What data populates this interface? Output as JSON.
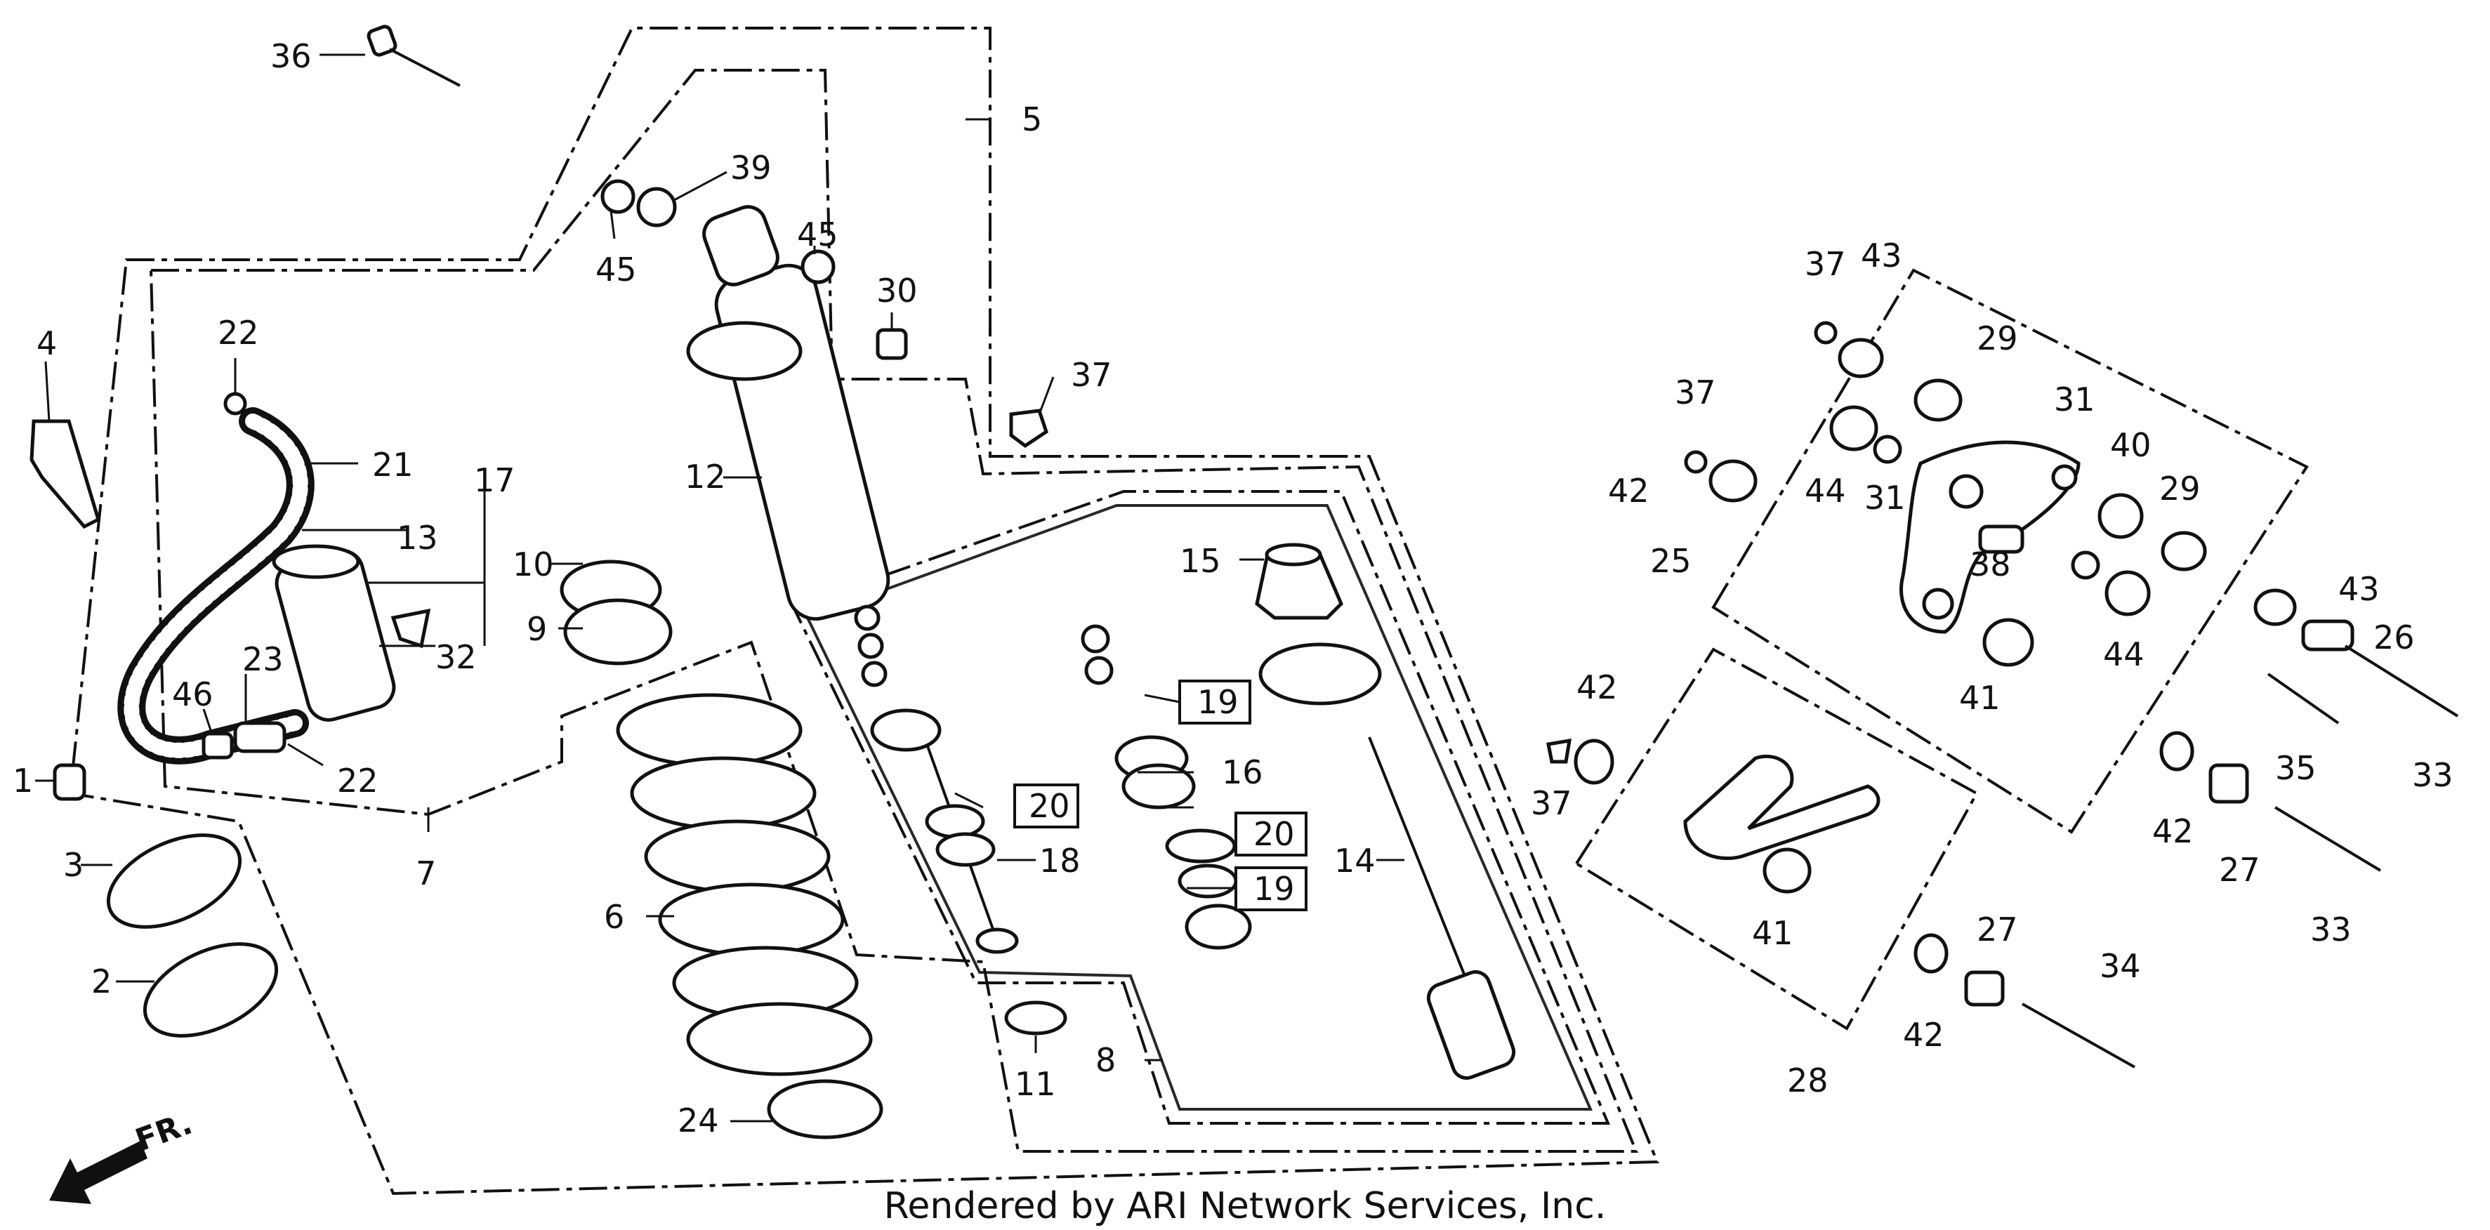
{
  "callouts": [
    {
      "id": "c1",
      "text": "1"
    },
    {
      "id": "c2",
      "text": "2"
    },
    {
      "id": "c3",
      "text": "3"
    },
    {
      "id": "c4",
      "text": "4"
    },
    {
      "id": "c5",
      "text": "5"
    },
    {
      "id": "c6",
      "text": "6"
    },
    {
      "id": "c7",
      "text": "7"
    },
    {
      "id": "c8",
      "text": "8"
    },
    {
      "id": "c9",
      "text": "9"
    },
    {
      "id": "c10",
      "text": "10"
    },
    {
      "id": "c11",
      "text": "11"
    },
    {
      "id": "c12",
      "text": "12"
    },
    {
      "id": "c13",
      "text": "13"
    },
    {
      "id": "c14",
      "text": "14"
    },
    {
      "id": "c15",
      "text": "15"
    },
    {
      "id": "c16",
      "text": "16"
    },
    {
      "id": "c17",
      "text": "17"
    },
    {
      "id": "c18",
      "text": "18"
    },
    {
      "id": "c19a",
      "text": "19"
    },
    {
      "id": "c19b",
      "text": "19"
    },
    {
      "id": "c20a",
      "text": "20"
    },
    {
      "id": "c20b",
      "text": "20"
    },
    {
      "id": "c21",
      "text": "21"
    },
    {
      "id": "c22a",
      "text": "22"
    },
    {
      "id": "c22b",
      "text": "22"
    },
    {
      "id": "c23",
      "text": "23"
    },
    {
      "id": "c24",
      "text": "24"
    },
    {
      "id": "c25",
      "text": "25"
    },
    {
      "id": "c26",
      "text": "26"
    },
    {
      "id": "c27a",
      "text": "27"
    },
    {
      "id": "c27b",
      "text": "27"
    },
    {
      "id": "c28",
      "text": "28"
    },
    {
      "id": "c29a",
      "text": "29"
    },
    {
      "id": "c29b",
      "text": "29"
    },
    {
      "id": "c30",
      "text": "30"
    },
    {
      "id": "c31a",
      "text": "31"
    },
    {
      "id": "c31b",
      "text": "31"
    },
    {
      "id": "c32",
      "text": "32"
    },
    {
      "id": "c33a",
      "text": "33"
    },
    {
      "id": "c33b",
      "text": "33"
    },
    {
      "id": "c34",
      "text": "34"
    },
    {
      "id": "c35",
      "text": "35"
    },
    {
      "id": "c36",
      "text": "36"
    },
    {
      "id": "c37a",
      "text": "37"
    },
    {
      "id": "c37b",
      "text": "37"
    },
    {
      "id": "c37c",
      "text": "37"
    },
    {
      "id": "c37d",
      "text": "37"
    },
    {
      "id": "c38",
      "text": "38"
    },
    {
      "id": "c39",
      "text": "39"
    },
    {
      "id": "c40",
      "text": "40"
    },
    {
      "id": "c41a",
      "text": "41"
    },
    {
      "id": "c41b",
      "text": "41"
    },
    {
      "id": "c42a",
      "text": "42"
    },
    {
      "id": "c42b",
      "text": "42"
    },
    {
      "id": "c42c",
      "text": "42"
    },
    {
      "id": "c42d",
      "text": "42"
    },
    {
      "id": "c43a",
      "text": "43"
    },
    {
      "id": "c43b",
      "text": "43"
    },
    {
      "id": "c44a",
      "text": "44"
    },
    {
      "id": "c44b",
      "text": "44"
    },
    {
      "id": "c45a",
      "text": "45"
    },
    {
      "id": "c45b",
      "text": "45"
    },
    {
      "id": "c46",
      "text": "46"
    }
  ],
  "direction_label": "FR.",
  "footer": "Rendered by ARI Network Services, Inc.",
  "colors": {
    "ink": "#111111",
    "paper": "#ffffff"
  }
}
